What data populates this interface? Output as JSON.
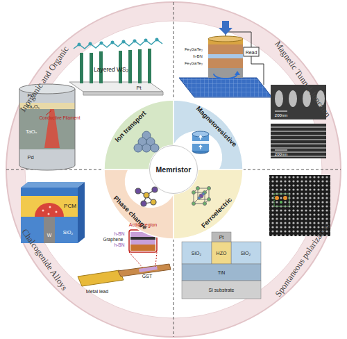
{
  "diagram": {
    "nodes": [
      {
        "text": [
          "Memristor"
        ]
      },
      {
        "text": [
          "Ion transport"
        ]
      },
      {
        "text": [
          "Magnetoresistive"
        ]
      },
      {
        "text": [
          "Phase change"
        ]
      },
      {
        "text": [
          "Ferroelectric"
        ]
      }
    ],
    "labels": [
      "Inorganic and Organic",
      "Magnetic Tunnel Junction",
      "Chalcogenide Alloys",
      "Spontaneous polarization",
      "Layered WS₂",
      "Pt",
      "Pd",
      "Ta₂O₅",
      "TaOₓ",
      "Conductive Filament",
      "Pd",
      "Fe₃GaTe₂",
      "h-BN",
      "Fe₃GaTe₂",
      "Read",
      "200nm",
      "200nm",
      "PCM",
      "SiO₂",
      "W",
      "h-BN",
      "Graphene",
      "h-BN",
      "Active region",
      "GST",
      "Metal lead",
      "Pt",
      "SiO₂",
      "HZO",
      "SiO₂",
      "TiN",
      "Si substrate"
    ]
  }
}
